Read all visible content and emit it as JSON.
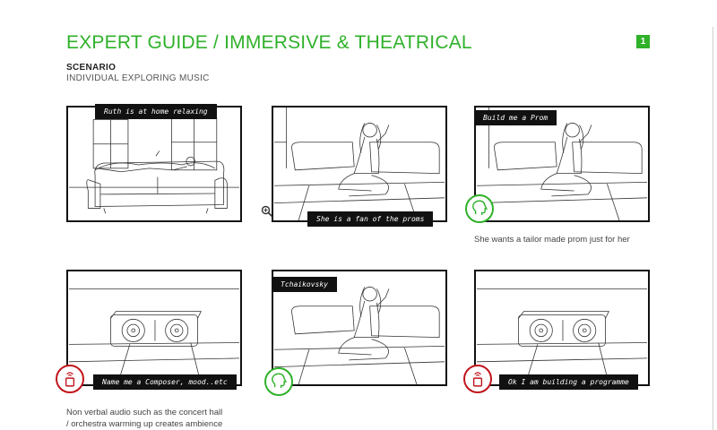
{
  "header": {
    "title": "EXPERT GUIDE / IMMERSIVE & THEATRICAL",
    "page_number": "1",
    "scenario_label": "SCENARIO",
    "scenario_subtitle": "INDIVIDUAL EXPLORING MUSIC"
  },
  "panels": [
    {
      "caption": "Ruth is at home relaxing",
      "scene": "couch-lying"
    },
    {
      "caption": "She is a fan of the proms",
      "scene": "woman-sitting"
    },
    {
      "caption": "Build me a Prom",
      "scene": "woman-sitting",
      "badge": "voice-head-icon"
    },
    {
      "caption": "Name me a Composer, mood..etc",
      "scene": "speaker",
      "badge": "smart-speaker-icon"
    },
    {
      "caption": "Tchaikovsky",
      "scene": "woman-sitting",
      "badge": "voice-head-icon"
    },
    {
      "caption": "Ok I am building a programme",
      "scene": "speaker",
      "badge": "smart-speaker-icon"
    }
  ],
  "notes": {
    "panel3": "She wants a tailor made prom just for her",
    "panel4_line1": "Non verbal audio such as the concert hall",
    "panel4_line2": "/ orchestra warming up creates ambience"
  },
  "colors": {
    "accent_green": "#2fb12a",
    "accent_red": "#c0151b",
    "caption_bg": "#111111"
  }
}
